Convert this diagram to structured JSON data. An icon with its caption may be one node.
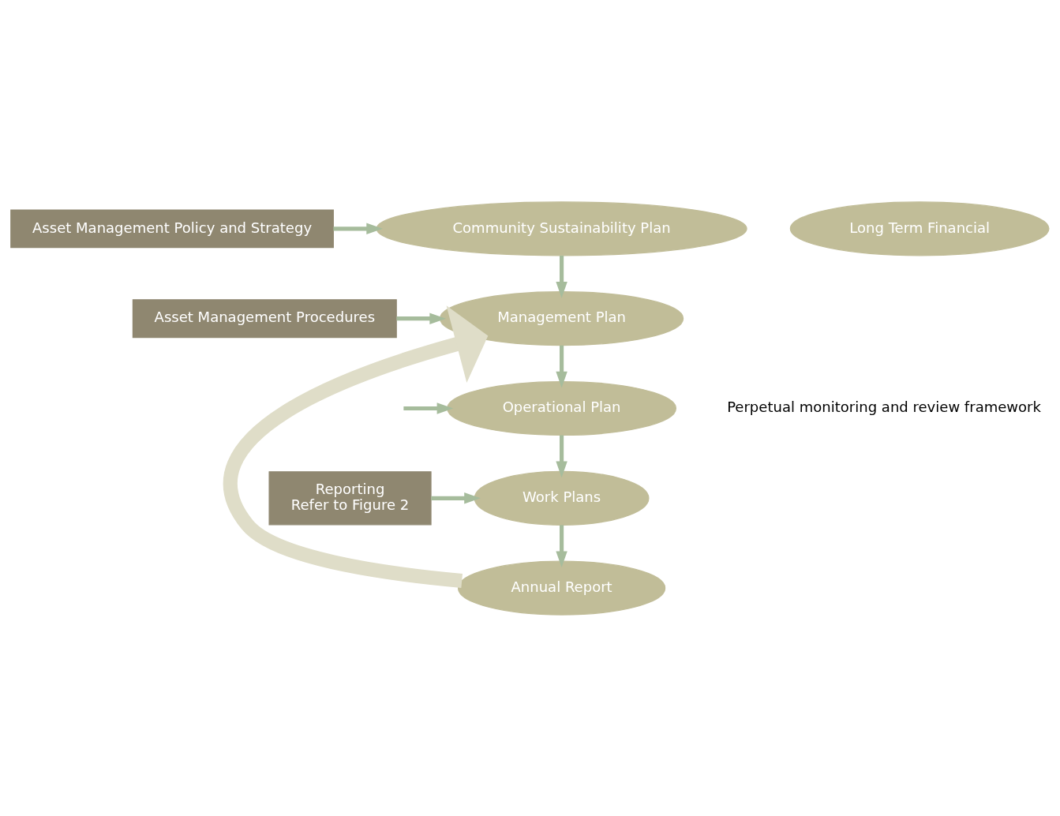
{
  "diagram": {
    "nodes": [
      {
        "text": [
          "Asset Management Policy and Strategy"
        ]
      },
      {
        "text": [
          "Community Sustainability Plan"
        ]
      },
      {
        "text": [
          "Long Term Financial"
        ]
      },
      {
        "text": [
          "Asset Management Procedures"
        ]
      },
      {
        "text": [
          "Management Plan"
        ]
      },
      {
        "text": [
          "Operational Plan"
        ]
      },
      {
        "text": [
          "Reporting",
          "Refer to Figure 2"
        ]
      },
      {
        "text": [
          "Work Plans"
        ]
      },
      {
        "text": [
          "Annual Report"
        ]
      }
    ],
    "edges": [
      {
        "from": 0,
        "to": 1,
        "arrow": "to"
      },
      {
        "from": 1,
        "to": 4,
        "arrow": "to"
      },
      {
        "from": 3,
        "to": 4,
        "arrow": "to"
      },
      {
        "from": 4,
        "to": 5,
        "arrow": "to"
      },
      {
        "from": null,
        "to": 5,
        "arrow": "to"
      },
      {
        "from": 5,
        "to": 7,
        "arrow": "to"
      },
      {
        "from": 6,
        "to": 7,
        "arrow": "to"
      },
      {
        "from": 7,
        "to": 8,
        "arrow": "to"
      },
      {
        "from": 8,
        "to": 4,
        "arrow": "to",
        "style": "thick",
        "color": "#dfddc8"
      }
    ],
    "labels": [
      "Perpetual monitoring and review framework"
    ]
  }
}
